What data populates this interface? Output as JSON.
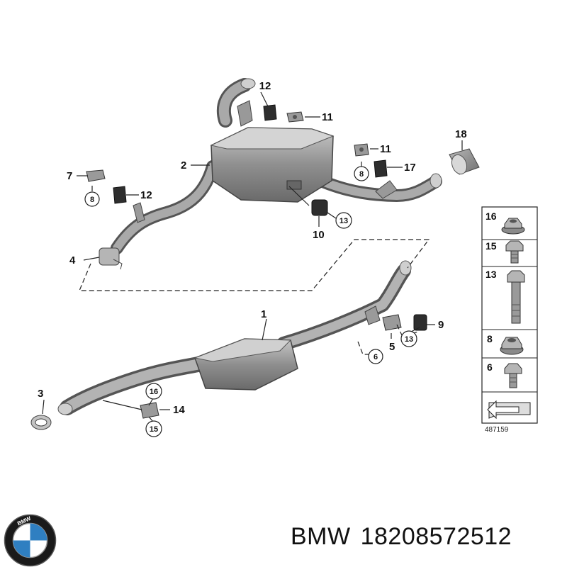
{
  "callouts": {
    "c1": "1",
    "c2": "2",
    "c3": "3",
    "c4": "4",
    "c5": "5",
    "c6": "6",
    "c7": "7",
    "c8a": "8",
    "c8b": "8",
    "c9": "9",
    "c10": "10",
    "c11a": "11",
    "c11b": "11",
    "c12a": "12",
    "c12b": "12",
    "c13a": "13",
    "c13b": "13",
    "c14": "14",
    "c15": "15",
    "c16": "16",
    "c17": "17",
    "c18": "18"
  },
  "legend_table": {
    "rows": [
      "16",
      "15",
      "13",
      "8",
      "6"
    ],
    "image_number": "487159"
  },
  "footer": {
    "brand": "BMW",
    "part_number": "18208572512",
    "logo_letters": "BMW"
  }
}
